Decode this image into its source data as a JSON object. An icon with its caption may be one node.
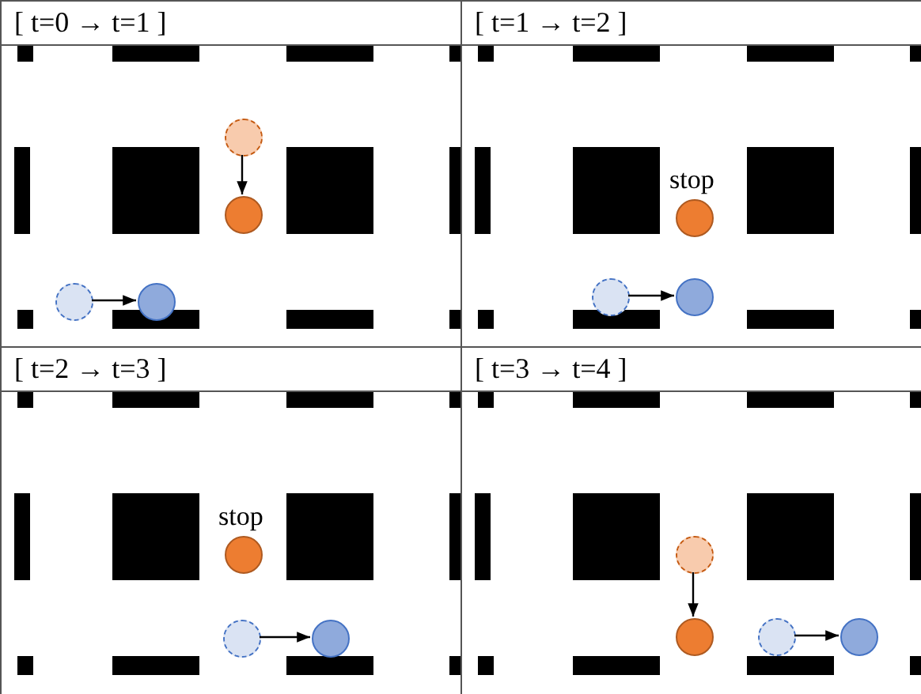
{
  "diagram": {
    "nodes": [
      {
        "text": [
          "[ t=0 → t=1 ]"
        ]
      },
      {
        "text": [],
        "shape": "circle",
        "in": 0
      },
      {
        "text": [],
        "shape": "circle",
        "in": 0
      },
      {
        "text": [],
        "shape": "circle",
        "in": 0
      },
      {
        "text": [],
        "shape": "circle",
        "in": 0
      },
      {
        "text": [
          "[ t=1 → t=2 ]"
        ]
      },
      {
        "text": [],
        "shape": "circle",
        "in": 5,
        "beside": [
          "stop"
        ]
      },
      {
        "text": [],
        "shape": "circle",
        "in": 5
      },
      {
        "text": [],
        "shape": "circle",
        "in": 5
      },
      {
        "text": [
          "[ t=2 → t=3 ]"
        ]
      },
      {
        "text": [],
        "shape": "circle",
        "in": 9,
        "beside": [
          "stop"
        ]
      },
      {
        "text": [],
        "shape": "circle",
        "in": 9
      },
      {
        "text": [],
        "shape": "circle",
        "in": 9
      },
      {
        "text": [
          "[ t=3 → t=4 ]"
        ]
      },
      {
        "text": [],
        "shape": "circle",
        "in": 13
      },
      {
        "text": [],
        "shape": "circle",
        "in": 13
      },
      {
        "text": [],
        "shape": "circle",
        "in": 13
      },
      {
        "text": [],
        "shape": "circle",
        "in": 13
      }
    ],
    "edges": [
      {
        "from": 1,
        "to": 2,
        "arrow": "to"
      },
      {
        "from": 3,
        "to": 4,
        "arrow": "to"
      },
      {
        "from": 7,
        "to": 8,
        "arrow": "to"
      },
      {
        "from": 11,
        "to": 12,
        "arrow": "to"
      },
      {
        "from": 14,
        "to": 15,
        "arrow": "to"
      },
      {
        "from": 16,
        "to": 17,
        "arrow": "to"
      }
    ]
  }
}
